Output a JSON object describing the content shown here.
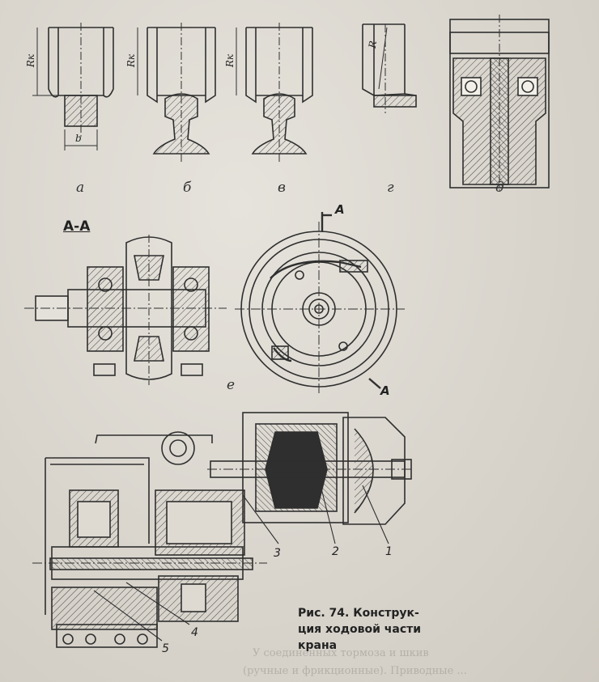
{
  "figure": {
    "caption_lines": [
      "Рис. 74. Конструк-",
      "ция ходовой части",
      "крана"
    ],
    "panel_labels": {
      "a": "а",
      "b": "б",
      "v": "в",
      "g": "г",
      "d": "д",
      "e": "е"
    },
    "section_label": "А-А",
    "cut_mark": "А",
    "dimensions": {
      "rk": "Rк",
      "b": "b",
      "r": "R"
    },
    "part_numbers": [
      "1",
      "2",
      "3",
      "4",
      "5"
    ]
  },
  "bleed_through": {
    "line1": "У соединенных тормоза и шкив",
    "line2": "(ручные и фрикционные). Приводные ..."
  }
}
